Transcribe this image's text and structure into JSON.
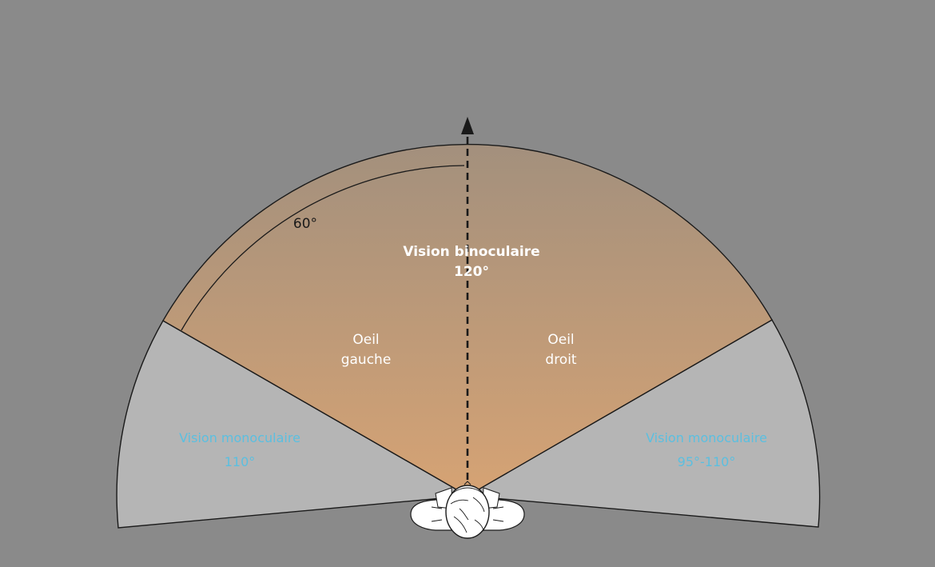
{
  "colors": {
    "background": "#8a8a8a",
    "monocular_zone": "#b5b5b5",
    "binocular_zone_top": "#a3907d",
    "binocular_zone_bottom": "#d6a374",
    "outline": "#1a1a1a",
    "monocular_text": "#5bbfe0",
    "binocular_text": "#ffffff"
  },
  "labels": {
    "binocular_title": "Vision binoculaire",
    "binocular_angle": "120°",
    "left_eye_line1": "Oeil",
    "left_eye_line2": "gauche",
    "right_eye_line1": "Oeil",
    "right_eye_line2": "droit",
    "left_mono_title": "Vision monoculaire",
    "left_mono_angle": "110°",
    "right_mono_title": "Vision monoculaire",
    "right_mono_angle": "95°-110°",
    "half_angle": "60°"
  },
  "icons": {
    "direction": "dashed-arrow-up-icon",
    "viewer": "head-top-view-icon"
  }
}
